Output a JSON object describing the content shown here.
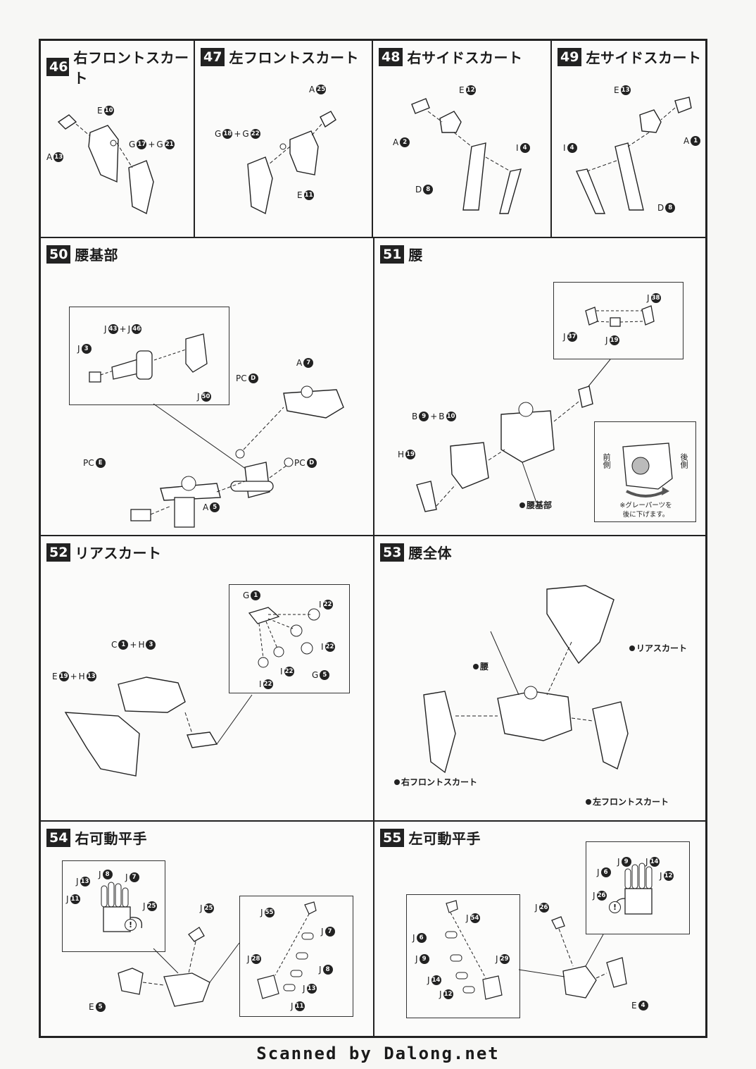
{
  "steps": {
    "s46": {
      "num": "46",
      "title": "右フロントスカート",
      "labels": {
        "a": "A",
        "a_n": "13",
        "e": "E",
        "e_n": "10",
        "g": "G",
        "g_n1": "17",
        "g_plus": "+",
        "g2": "G",
        "g_n2": "21"
      }
    },
    "s47": {
      "num": "47",
      "title": "左フロントスカート",
      "labels": {
        "a": "A",
        "a_n": "25",
        "g": "G",
        "g_n1": "18",
        "g_plus": "+",
        "g2": "G",
        "g_n2": "22",
        "e": "E",
        "e_n": "11"
      }
    },
    "s48": {
      "num": "48",
      "title": "右サイドスカート",
      "labels": {
        "e": "E",
        "e_n": "12",
        "a": "A",
        "a_n": "2",
        "i": "I",
        "i_n": "4",
        "d": "D",
        "d_n": "8"
      }
    },
    "s49": {
      "num": "49",
      "title": "左サイドスカート",
      "labels": {
        "e": "E",
        "e_n": "13",
        "a": "A",
        "a_n": "1",
        "i": "I",
        "i_n": "4",
        "d": "D",
        "d_n": "8"
      }
    },
    "s50": {
      "num": "50",
      "title": "腰基部",
      "labels": {
        "j1": "J",
        "j1_n": "43",
        "plus": "+",
        "j2": "J",
        "j2_n": "46",
        "j3": "J",
        "j3_n": "3",
        "j4": "J",
        "j4_n": "50",
        "a7": "A",
        "a7_n": "7",
        "pcd1": "PC",
        "pcd1_n": "D",
        "pce": "PC",
        "pce_n": "E",
        "pcd2": "PC",
        "pcd2_n": "D",
        "a5": "A",
        "a5_n": "5"
      }
    },
    "s51": {
      "num": "51",
      "title": "腰",
      "labels": {
        "j38": "J",
        "j38_n": "38",
        "j37": "J",
        "j37_n": "37",
        "j19": "J",
        "j19_n": "19",
        "b1": "B",
        "b1_n": "9",
        "plus": "+",
        "b2": "B",
        "b2_n": "10",
        "h": "H",
        "h_n": "19",
        "base": "腰基部",
        "front": "前側",
        "back": "後側",
        "note1": "※グレーパーツを",
        "note2": "後に下げます。"
      }
    },
    "s52": {
      "num": "52",
      "title": "リアスカート",
      "labels": {
        "g1": "G",
        "g1_n": "1",
        "i1": "I",
        "i1_n": "22",
        "i2": "I",
        "i2_n": "22",
        "i3": "I",
        "i3_n": "22",
        "i4": "I",
        "i4_n": "22",
        "g5": "G",
        "g5_n": "5",
        "c": "C",
        "c_n": "1",
        "plus": "+",
        "h3": "H",
        "h3_n": "3",
        "e": "E",
        "e_n": "19",
        "h13": "H",
        "h13_n": "13"
      }
    },
    "s53": {
      "num": "53",
      "title": "腰全体",
      "labels": {
        "rear": "リアスカート",
        "waist": "腰",
        "rfront": "右フロントスカート",
        "lfront": "左フロントスカート"
      }
    },
    "s54": {
      "num": "54",
      "title": "右可動平手",
      "labels": {
        "j13": "J",
        "j13_n": "13",
        "j8": "J",
        "j8_n": "8",
        "j7": "J",
        "j7_n": "7",
        "j11": "J",
        "j11_n": "11",
        "j25": "J",
        "j25_n": "25",
        "j25b": "J",
        "j25b_n": "25",
        "j55": "J",
        "j55_n": "55",
        "j7b": "J",
        "j7b_n": "7",
        "j28": "J",
        "j28_n": "28",
        "j8b": "J",
        "j8b_n": "8",
        "j13b": "J",
        "j13b_n": "13",
        "j11b": "J",
        "j11b_n": "11",
        "e": "E",
        "e_n": "5",
        "warn": "!"
      }
    },
    "s55": {
      "num": "55",
      "title": "左可動平手",
      "labels": {
        "j9": "J",
        "j9_n": "9",
        "j14": "J",
        "j14_n": "14",
        "j6": "J",
        "j6_n": "6",
        "j12": "J",
        "j12_n": "12",
        "j26": "J",
        "j26_n": "26",
        "j26b": "J",
        "j26b_n": "26",
        "j54": "J",
        "j54_n": "54",
        "j6b": "J",
        "j6b_n": "6",
        "j9b": "J",
        "j9b_n": "9",
        "j29": "J",
        "j29_n": "29",
        "j14b": "J",
        "j14b_n": "14",
        "j12b": "J",
        "j12b_n": "12",
        "e": "E",
        "e_n": "4",
        "warn": "!"
      }
    }
  },
  "footer": "Scanned by Dalong.net"
}
